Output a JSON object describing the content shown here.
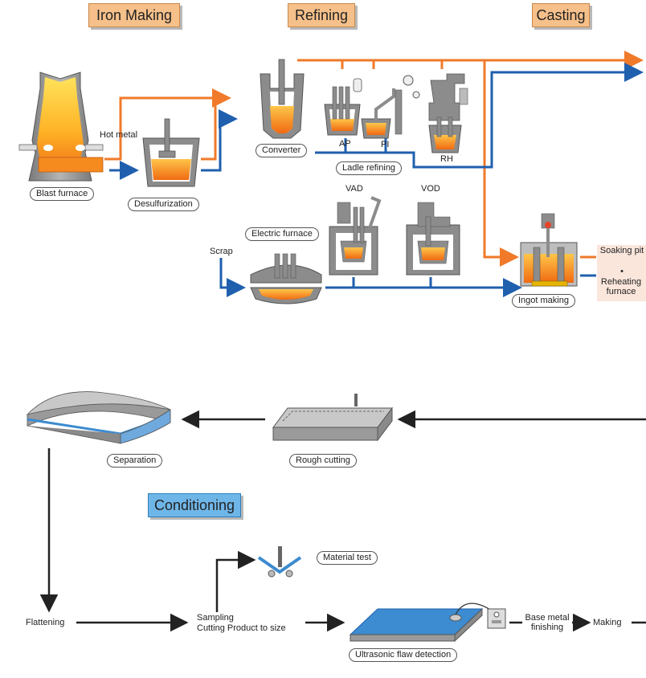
{
  "sections": {
    "iron_making": "Iron Making",
    "refining": "Refining",
    "casting": "Casting",
    "conditioning": "Conditioning"
  },
  "labels": {
    "blast_furnace": "Blast furnace",
    "hot_metal": "Hot metal",
    "desulfurization": "Desulfurization",
    "converter": "Converter",
    "ap": "AP",
    "pi": "PI",
    "rh": "RH",
    "ladle_refining": "Ladle refining",
    "vad": "VAD",
    "vod": "VOD",
    "electric_furnace": "Electric furnace",
    "scrap": "Scrap",
    "ingot_making": "Ingot making",
    "soaking_pit": "Soaking pit",
    "bullet": "•",
    "reheating_furnace": "Reheating furnace",
    "separation": "Separation",
    "rough_cutting": "Rough cutting",
    "material_test": "Material test",
    "flattening": "Flattening",
    "sampling": "Sampling",
    "cutting_product": "Cutting Product to size",
    "ultrasonic": "Ultrasonic flaw detection",
    "base_metal": "Base metal finishing",
    "making": "Making"
  },
  "colors": {
    "orange_flow": "#f07a2a",
    "blue_flow": "#1f5fae",
    "dark_flow": "#222222",
    "equipment_gray": "#8c8c8c",
    "molten": "#f58a1f",
    "plate_blue": "#3d8bd0"
  }
}
